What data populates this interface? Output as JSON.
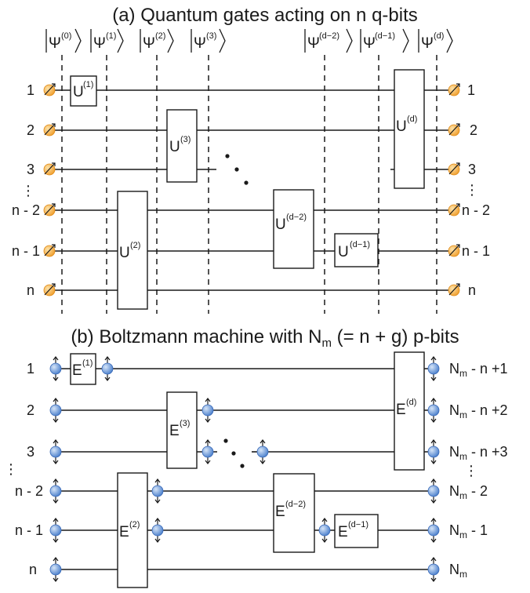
{
  "panel_a": {
    "title": "(a) Quantum gates acting on n q-bits",
    "ket_symbol": "Ψ",
    "states": [
      "(0)",
      "(1)",
      "(2)",
      "(3)",
      "(d−2)",
      "(d−1)",
      "(d)"
    ],
    "row_labels": [
      "1",
      "2",
      "3",
      "n - 2",
      "n - 1",
      "n"
    ],
    "right_labels": [
      "1",
      "2",
      "3",
      "n - 2",
      "n - 1",
      "n"
    ],
    "ellipsis": "⋮",
    "gate_base": "U",
    "gates": [
      "(1)",
      "(2)",
      "(3)",
      "(d−2)",
      "(d−1)",
      "(d)"
    ]
  },
  "panel_b": {
    "title_main": "(b) Boltzmann machine with N",
    "title_sub": "m",
    "title_tail": " (= n + g) p-bits",
    "row_labels": [
      "1",
      "2",
      "3",
      "n - 2",
      "n - 1",
      "n"
    ],
    "right_labels_base": "N",
    "right_labels_sub": "m",
    "right_labels_tail": [
      " - n +1",
      " - n +2",
      " - n +3",
      " - 2",
      " - 1",
      ""
    ],
    "ellipsis": "⋮",
    "gate_base": "E",
    "gates": [
      "(1)",
      "(2)",
      "(3)",
      "(d−2)",
      "(d−1)",
      "(d)"
    ]
  },
  "colors": {
    "qubit_fill": "#f6a935",
    "qubit_highlight": "#fde2a8",
    "pbit_fill": "#5b8fd6",
    "pbit_highlight": "#c9dcf5",
    "line": "#1a1a1a"
  }
}
